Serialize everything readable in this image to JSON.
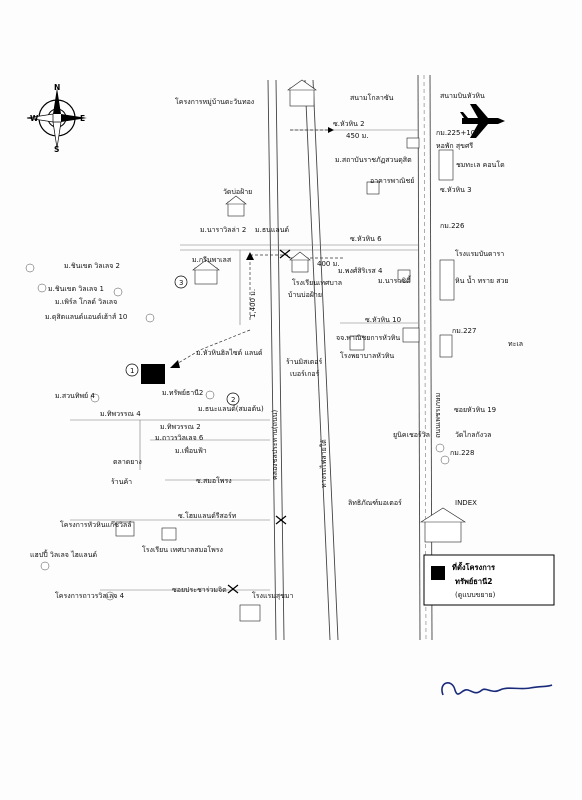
{
  "legend": {
    "title": "ที่ตั้งโครงการ",
    "project": "ทรัพย์ธานี2",
    "note": "(ดูแบบขยาย)"
  },
  "compass": {
    "n": "N",
    "s": "S",
    "e": "E",
    "w": "W"
  },
  "labels": {
    "village_project_top": "โครงการหมู่บ้านตะวันทอง",
    "hua_hin_2": "ซ.หัวหิน 2",
    "dist_450": "450 ม.",
    "stadium": "สนามโกลาซัน",
    "airport": "สนามบินหัวหิน",
    "km_225": "กม.225+100",
    "dorm": "หอพัก สุขศรี",
    "rajabhat": "ม.สถาบันราชภัฏสวนดุสิต",
    "chom_talay": "ชมทะเล คอนโด",
    "hua_hin_3": "ซ.หัวหิน 3",
    "phanich": "อาคารพาณิชย์",
    "wat_bo_fai": "วัดบ่อฝ้าย",
    "naravilla2": "ม.นาราวิลล่า 2",
    "m_nanland": "ม.ธนแลนด์",
    "km_226": "กม.226",
    "hua_hin_6": "ซ.หัวหิน 6",
    "hotel_banyan": "โรงแรมบันดารา",
    "green_park": "ม.กรีนพาเลส",
    "dist_400": "400 ม.",
    "school_baan": "โรงเรียนเทศบาล",
    "baan_bo_fai": "บ้านบ่อฝ้าย",
    "phongsiri4": "ม.พงศ์สิริเรส 4",
    "narasiri": "ม.นาราซิตี้",
    "hin_nam_sai": "หิน น้ำ ทราย สวย",
    "chinsai2": "ม.ชินเขต วิลเลจ 2",
    "chinsai1": "ม.ชินเขต วิลเลจ 1",
    "pearl": "ม.เพิร์ล โกลด์ วิลเลจ",
    "dusit": "ม.ดุสิตแลนด์แอนด์เฮ้าส์ 10",
    "dist_1400": "1,400 ม.",
    "hua_hin_10": "ซ.หัวหิน 10",
    "commerce": "จจ.พาณิชยการหัวหิน",
    "km_227": "กม.227",
    "hospital": "โรงพยาบาลหัวหิน",
    "sea": "ทะเล",
    "hiso": "ม.หัวหินฮิลไซด์ แลนด์",
    "burger": "ร้านมิสเตอร์",
    "burger2": "เบอร์เกอร์",
    "project_m": "ม.ทรัพย์ธานี2",
    "suanthip4": "ม.สวนทิพย์ 4",
    "thanasin": "ม.ธนะแลนด์(สมอต้น)",
    "witthaya": "ม.ทิพวรรณ 4",
    "soi19": "ซอยหัวหิน 19",
    "thipwan2": "ม.ทิพวรรณ 2",
    "thaworn6": "ม.ถาวรวิลเลจ 6",
    "phetkasem": "ถนนเพชรเกษม",
    "u_guesthouse": "ยูนิคเชอร์วิล",
    "wat_klai": "วัดไกลกังวล",
    "kampong": "ม.เพื่อนฟ้า",
    "market": "ตลาดยาง",
    "km_228": "กม.228",
    "shop": "ร้านค้า",
    "smoprong": "ซ.สมอโพรง",
    "railway": "ทางรถไฟสายใต้",
    "canal": "คลองชลประทาน(ถนน)",
    "factory": "ลิทธิภัณฑ์มอเตอร์",
    "index": "INDEX",
    "village_proj": "โครงการหัวหินแก๊ซวิลล์",
    "school_sam": "ซ.โฮมแลนด์รีสอร์ท",
    "school_tes": "โรงเรียน เทศบาลสมอโพรง",
    "happy": "แฮปปี้ วิลเลจ ไฮแลนด์",
    "thaworn4": "โครงการถาวรวิลเลจ 4",
    "soi_prachaa": "ซอยประชาร่วมจิต",
    "hotel_sukma": "โรงแรมสุขมา"
  },
  "signature": "Danaya"
}
